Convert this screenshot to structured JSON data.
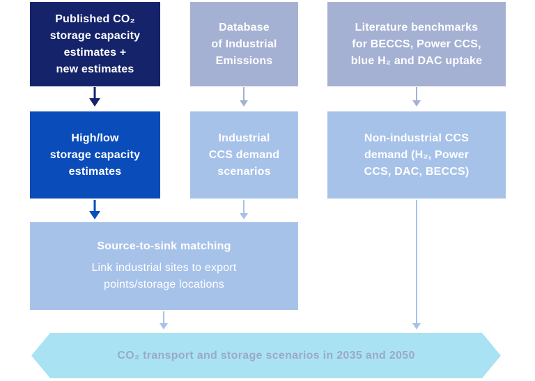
{
  "colors": {
    "navy": "#15236b",
    "brightBlue": "#0a4cba",
    "slate": "#a5b1d3",
    "lightBlue": "#a7c2e9",
    "cyan": "#a9e3f3",
    "bannerText": "#9ca8cb",
    "boxText": "#ffffff"
  },
  "flowchart": {
    "row1": [
      {
        "label": "Published CO₂\nstorage capacity\nestimates +\nnew estimates"
      },
      {
        "label": "Database\nof Industrial\nEmissions"
      },
      {
        "label": "Literature benchmarks\nfor BECCS, Power CCS,\nblue H₂ and DAC uptake"
      }
    ],
    "row2": [
      {
        "label": "High/low\nstorage capacity\nestimates"
      },
      {
        "label": "Industrial\nCCS demand\nscenarios"
      },
      {
        "label": "Non-industrial CCS\ndemand (H₂, Power\nCCS, DAC, BECCS)"
      }
    ],
    "matching": {
      "title": "Source-to-sink matching",
      "subtitle": "Link industrial sites to export\npoints/storage locations"
    },
    "banner": {
      "label": "CO₂ transport and storage scenarios in 2035 and 2050"
    }
  }
}
